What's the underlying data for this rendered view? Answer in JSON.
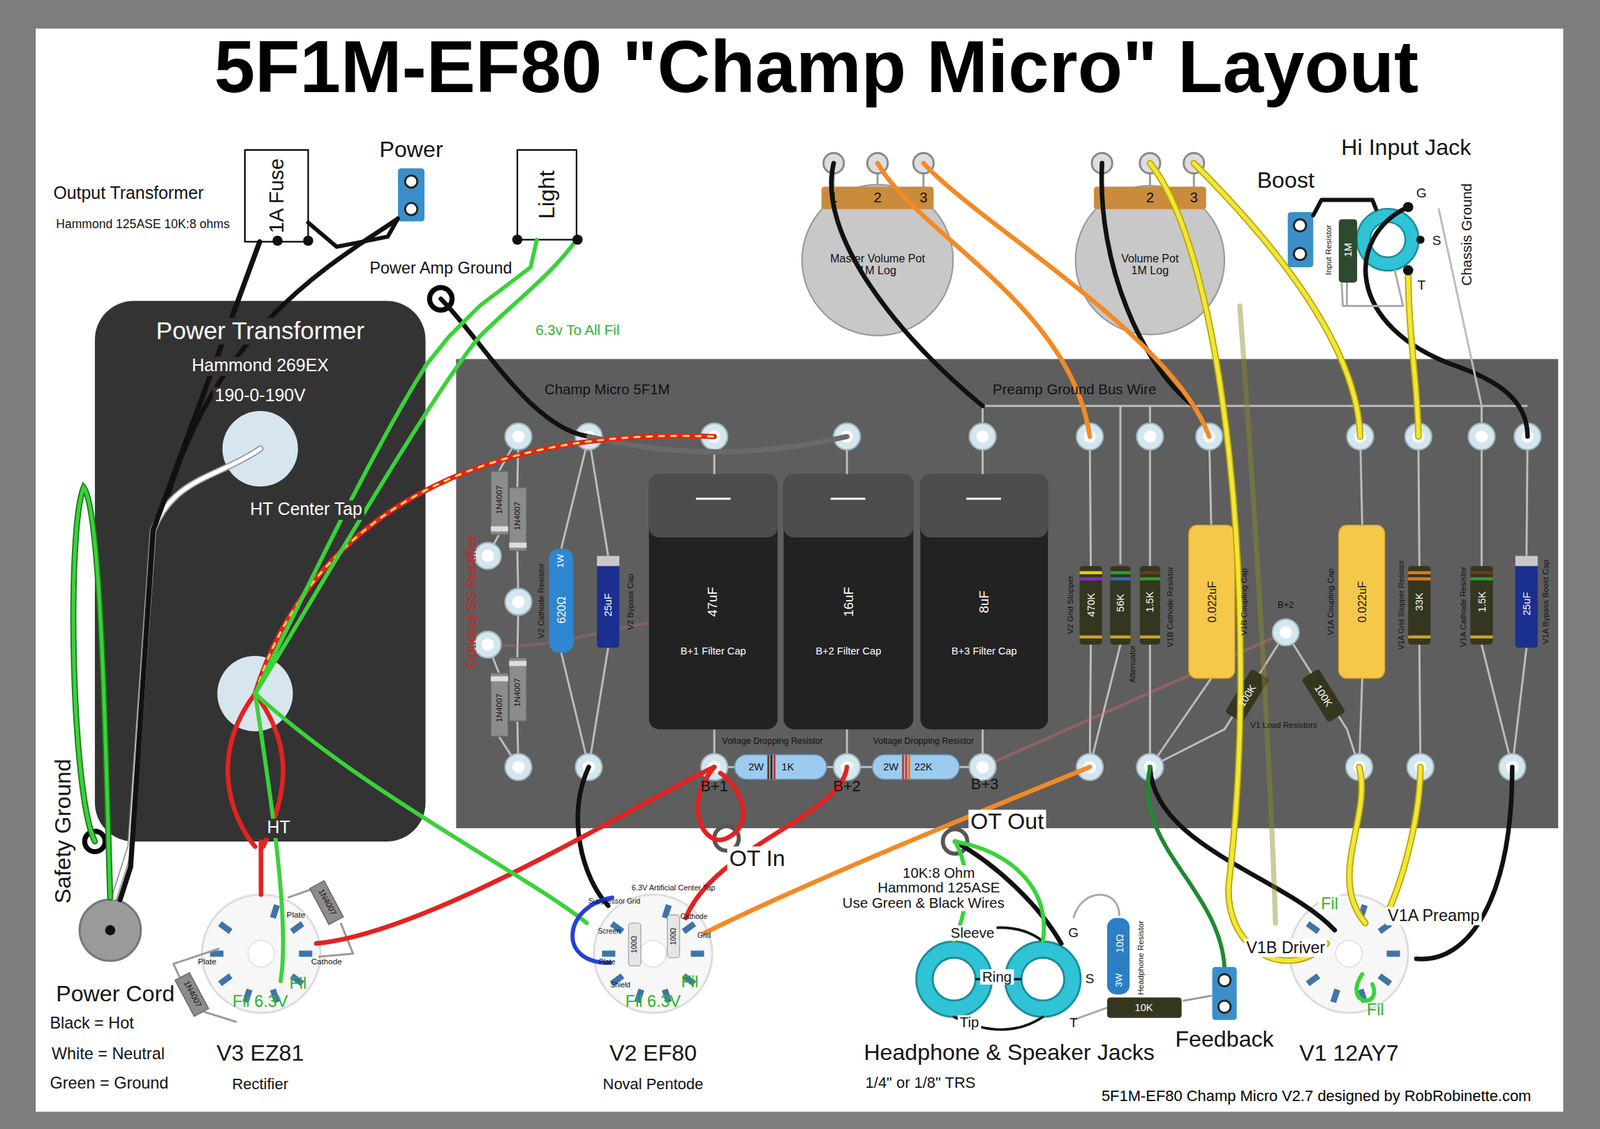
{
  "diagram": {
    "title": "5F1M-EF80 \"Champ Micro\" Layout",
    "caption": "5F1M-EF80 Champ Micro V2.7 designed by RobRobinette.com",
    "nodes": [
      {
        "text": [
          "1A Fuse"
        ]
      },
      {
        "text": [
          "Power"
        ]
      },
      {
        "text": [
          "Light"
        ]
      },
      {
        "text": [
          "Master Volume Pot 1M Log"
        ]
      },
      {
        "text": [
          "Volume Pot 1M Log"
        ]
      },
      {
        "text": [
          "Boost"
        ]
      },
      {
        "text": [
          "Input Resistor",
          "1M"
        ]
      },
      {
        "text": [
          "Hi Input Jack"
        ]
      },
      {
        "text": [
          "Power Transformer",
          "Hammond 269EX",
          "190-0-190V",
          "HT Center Tap",
          "HT"
        ]
      },
      {
        "text": [
          "Champ Micro 5F1M"
        ]
      },
      {
        "text": [
          "1N4007"
        ],
        "in": 9
      },
      {
        "text": [
          "1N4007"
        ],
        "in": 9
      },
      {
        "text": [
          "1N4007"
        ],
        "in": 9
      },
      {
        "text": [
          "1N4007"
        ],
        "in": 9
      },
      {
        "text": [
          "V2 Cathode Resistor",
          "1W",
          "620Ω"
        ],
        "in": 9
      },
      {
        "text": [
          "25uF",
          "V2 Bypass Cap"
        ],
        "in": 9
      },
      {
        "text": [
          "47uF",
          "B+1 Filter Cap"
        ],
        "in": 9
      },
      {
        "text": [
          "16uF",
          "B+2 Filter Cap"
        ],
        "in": 9
      },
      {
        "text": [
          "8uF",
          "B+3 Filter Cap"
        ],
        "in": 9
      },
      {
        "text": [
          "V2 Grid Stopper",
          "470K"
        ],
        "in": 9
      },
      {
        "text": [
          "56K",
          "Attenuator"
        ],
        "in": 9
      },
      {
        "text": [
          "1.5K",
          "V1B Cathode Resistor"
        ],
        "in": 9
      },
      {
        "text": [
          "0.022uF",
          "V1B Coupling Cap"
        ],
        "in": 9
      },
      {
        "text": [
          "V1A Coupling Cap",
          "0.022uF"
        ],
        "in": 9
      },
      {
        "text": [
          "V1A Grid Stopper Resistor",
          "33K"
        ],
        "in": 9
      },
      {
        "text": [
          "V1A Cathode Resistor",
          "1.5K"
        ],
        "in": 9
      },
      {
        "text": [
          "25uF",
          "V1A Bypass Boost Cap"
        ],
        "in": 9
      },
      {
        "text": [
          "100K"
        ],
        "in": 9
      },
      {
        "text": [
          "100K"
        ],
        "in": 9
      },
      {
        "text": [
          "2W",
          "1K"
        ],
        "in": 9
      },
      {
        "text": [
          "2W",
          "22K"
        ],
        "in": 9
      },
      {
        "text": [
          "Power Cord"
        ]
      },
      {
        "text": [
          "1N4007"
        ]
      },
      {
        "text": [
          "V3 EZ81",
          "Rectifier"
        ]
      },
      {
        "text": [
          "1N4007"
        ]
      },
      {
        "text": [
          "V2 EF80",
          "Noval Pentode"
        ]
      },
      {
        "text": [
          "10Ω",
          "3W",
          "Headphone Resistor"
        ]
      },
      {
        "text": [
          "10K"
        ]
      },
      {
        "text": [
          "Feedback"
        ]
      },
      {
        "text": [
          "V1 12AY7"
        ]
      }
    ],
    "edges": [
      {
        "from": 0,
        "to": 1,
        "arrow": "none"
      },
      {
        "from": 0,
        "to": 31,
        "arrow": "none"
      },
      {
        "from": 2,
        "to": 8,
        "arrow": "none"
      },
      {
        "from": 8,
        "to": 33,
        "arrow": "none"
      },
      {
        "from": 5,
        "to": 7,
        "arrow": "none"
      },
      {
        "from": 6,
        "to": 7,
        "arrow": "none"
      },
      {
        "from": 37,
        "to": 38,
        "arrow": "none"
      }
    ],
    "labels": [
      "Output Transformer",
      "Hammond 125ASE 10K:8 ohms",
      "Power Amp Ground",
      "6.3v To All Fil",
      "Safety Ground",
      "Black = Hot",
      "White = Neutral",
      "Green = Ground",
      "1",
      "2",
      "3",
      "2",
      "3",
      "G",
      "S",
      "T",
      "Chassis Ground",
      "Preamp Ground Bus Wire",
      "Optional SS Rectifier",
      "Voltage Dropping Resistor",
      "Voltage Dropping Resistor",
      "B+1",
      "B+2",
      "B+3",
      "B+2",
      "V1 Load Resistors",
      "OT In",
      "OT Out",
      "10K:8 Ohm",
      "Hammond 125ASE",
      "Use Green & Black Wires",
      "Sleeve",
      "Ring",
      "Tip",
      "G",
      "S",
      "T",
      "Headphone & Speaker Jacks",
      "1/4\" or 1/8\" TRS",
      "Plate",
      "Plate",
      "Cathode",
      "Fil",
      "Fil 6.3V",
      "6.3V Artificial Center Tap",
      "Suppressor Grid",
      "Screen",
      "Cathode",
      "Grid",
      "Plate",
      "Shield",
      "Fil",
      "Fil 6.3V",
      "100Ω",
      "100Ω",
      "Fil",
      "V1A Preamp",
      "V1B Driver",
      "Fil"
    ]
  }
}
